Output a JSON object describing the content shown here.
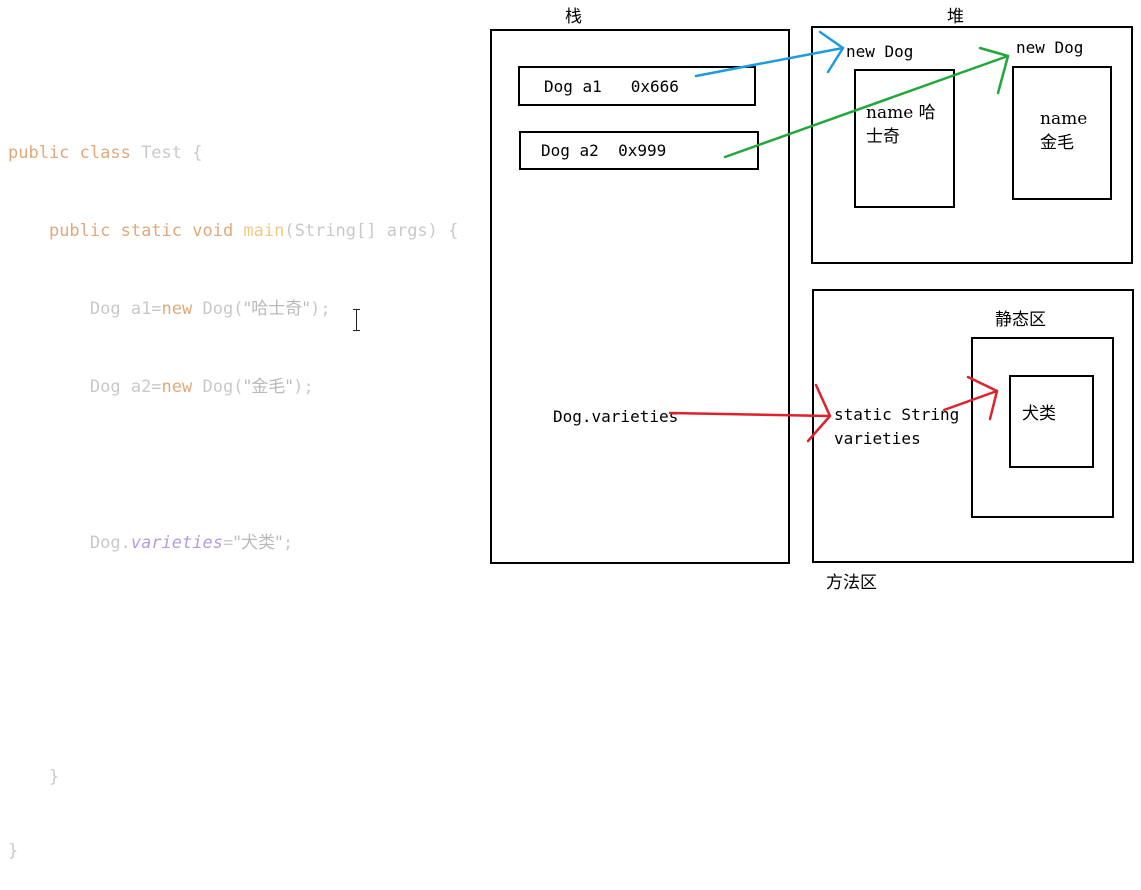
{
  "code": {
    "line1": {
      "kw": "public class ",
      "name": "Test",
      "brace": " {"
    },
    "line2": {
      "indent": "    ",
      "kw": "public static void ",
      "fn": "main",
      "args": "(String[] args) {"
    },
    "line3": {
      "indent": "        ",
      "text1": "Dog a1=",
      "kw": "new ",
      "text2": "Dog(",
      "str": "\"哈士奇\"",
      "end": ");"
    },
    "line4": {
      "indent": "        ",
      "text1": "Dog a2=",
      "kw": "new ",
      "text2": "Dog(",
      "str": "\"金毛\"",
      "end": ");"
    },
    "line6": {
      "indent": "        ",
      "cls": "Dog.",
      "field": "varieties",
      "eq": "=",
      "str": "\"犬类\"",
      "end": ";"
    },
    "line9": {
      "indent": "    ",
      "text": "}"
    },
    "line10": {
      "text": "}"
    }
  },
  "diagram": {
    "stack_title": "栈",
    "heap_title": "堆",
    "method_area_title": "方法区",
    "static_area_title": "静态区",
    "stack_var1": "Dog a1   0x666",
    "stack_var2": "Dog a2  0x999",
    "stack_static_ref": "Dog.varieties",
    "heap_obj1_header": "new Dog",
    "heap_obj1_field": "name 哈\n士奇",
    "heap_obj2_header": "new Dog",
    "heap_obj2_field": "name\n金毛",
    "method_static_field_line1": "static String",
    "method_static_field_line2": "varieties",
    "static_value": "犬类"
  },
  "colors": {
    "arrow_a1": "#1e9be0",
    "arrow_a2": "#22a83a",
    "arrow_static": "#e0202a",
    "keyword": "#e3a87a",
    "function_name": "#f0c987",
    "field": "#b79be0",
    "code_text": "#c9c9c9"
  }
}
